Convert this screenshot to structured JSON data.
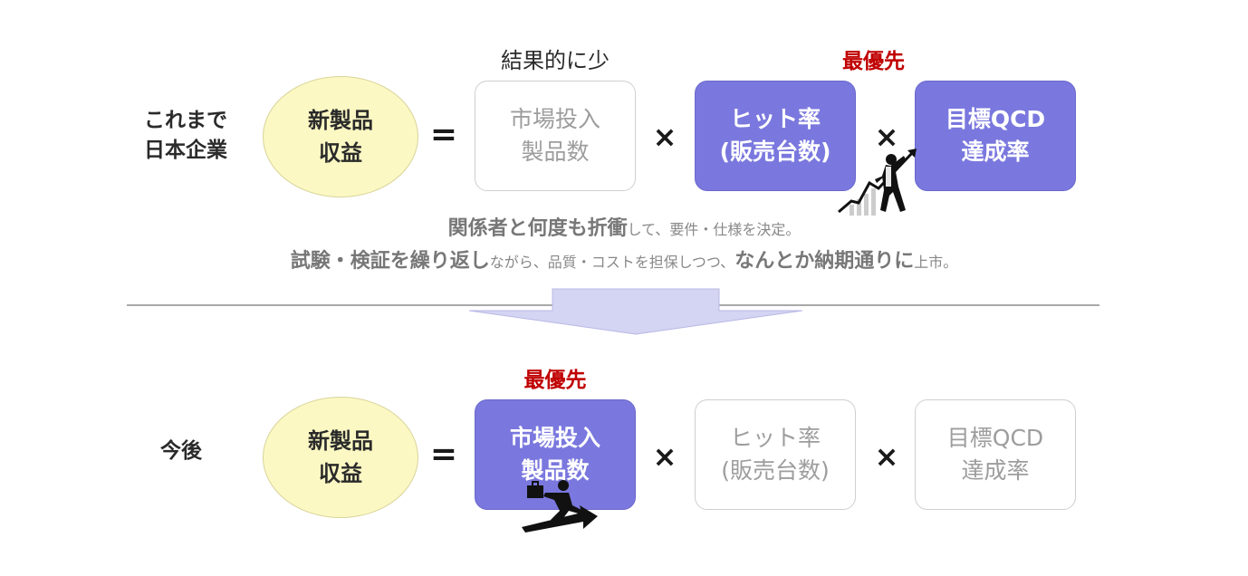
{
  "top": {
    "row_label_line1": "これまで",
    "row_label_line2": "日本企業",
    "revenue_line1": "新製品",
    "revenue_line2": "収益",
    "equals": "=",
    "times": "×",
    "annotation_result": "結果的に少",
    "launch_line1": "市場投入",
    "launch_line2": "製品数",
    "hit_line1": "ヒット率",
    "hit_line2": "(販売台数)",
    "qcd_line1": "目標QCD",
    "qcd_line2": "達成率",
    "priority": "最優先"
  },
  "explanation": {
    "line1_bold": "関係者と何度も折衝",
    "line1_rest": "して、要件・仕様を決定。",
    "line2_bold1": "試験・検証を繰り返し",
    "line2_mid": "ながら、品質・コストを担保しつつ、",
    "line2_bold2": "なんとか納期通りに",
    "line2_end": "上市。"
  },
  "bottom": {
    "row_label": "今後",
    "revenue_line1": "新製品",
    "revenue_line2": "収益",
    "equals": "=",
    "times": "×",
    "priority": "最優先",
    "launch_line1": "市場投入",
    "launch_line2": "製品数",
    "hit_line1": "ヒット率",
    "hit_line2": "(販売台数)",
    "qcd_line1": "目標QCD",
    "qcd_line2": "達成率"
  },
  "colors": {
    "highlight_box": "#7a78de",
    "priority_text": "#c00000",
    "ellipse_fill": "#fbf8c3",
    "arrow_fill": "#d4d4f3"
  }
}
